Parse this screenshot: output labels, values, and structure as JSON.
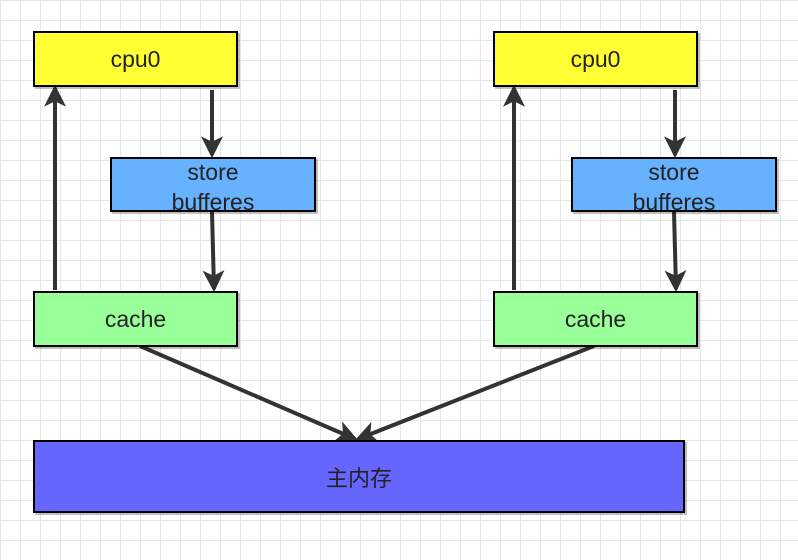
{
  "diagram": {
    "left": {
      "cpu": "cpu0",
      "buffer_line1": "store",
      "buffer_line2": "bufferes",
      "cache": "cache"
    },
    "right": {
      "cpu": "cpu0",
      "buffer_line1": "store",
      "buffer_line2": "bufferes",
      "cache": "cache"
    },
    "memory": "主内存"
  },
  "colors": {
    "cpu": "#ffff33",
    "store_buffer": "#66b2ff",
    "cache": "#99ff99",
    "main_memory": "#6666ff",
    "connector": "#333333"
  },
  "edges": [
    {
      "from": "cpu",
      "to": "store-buffer",
      "side": "left"
    },
    {
      "from": "store-buffer",
      "to": "cache",
      "side": "left"
    },
    {
      "from": "cache",
      "to": "cpu",
      "side": "left"
    },
    {
      "from": "cpu",
      "to": "store-buffer",
      "side": "right"
    },
    {
      "from": "store-buffer",
      "to": "cache",
      "side": "right"
    },
    {
      "from": "cache",
      "to": "cpu",
      "side": "right"
    },
    {
      "from": "cache",
      "to": "main-memory",
      "side": "left"
    },
    {
      "from": "cache",
      "to": "main-memory",
      "side": "right"
    }
  ]
}
